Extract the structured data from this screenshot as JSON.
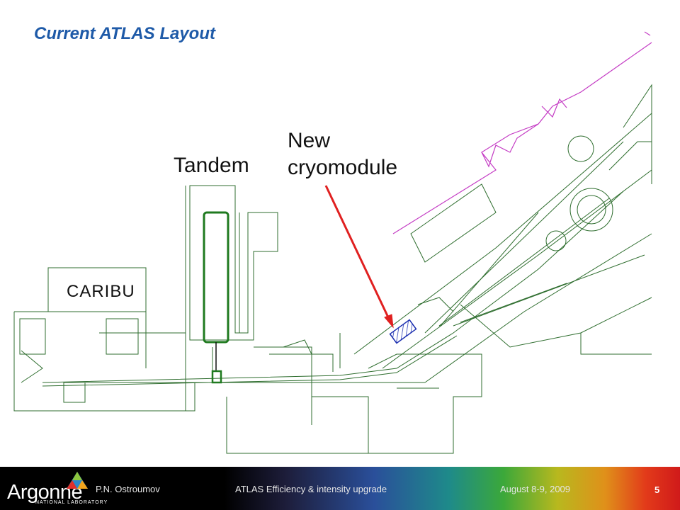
{
  "slide": {
    "title": "Current ATLAS Layout",
    "page_number": "5"
  },
  "labels": {
    "tandem": "Tandem",
    "new_cryomodule_line1": "New",
    "new_cryomodule_line2": "cryomodule",
    "caribu": "CARIBU"
  },
  "footer": {
    "logo_word": "Argonne",
    "logo_sub": "NATIONAL LABORATORY",
    "author": "P.N. Ostroumov",
    "talk_title": "ATLAS Efficiency & intensity upgrade",
    "date": "August 8-9, 2009"
  },
  "colors": {
    "title": "#1e5aa8",
    "plan_lines": "#1a6b1a",
    "wall_outline": "#c43cc4",
    "tandem_box": "#1f7a1f",
    "arrow": "#e02020",
    "cryomodule": "#1c2fb0"
  },
  "icons": {
    "logo": "argonne-triangle-logo",
    "arrow": "red-arrow-icon",
    "cryomodule": "hatched-cryomodule-icon"
  }
}
